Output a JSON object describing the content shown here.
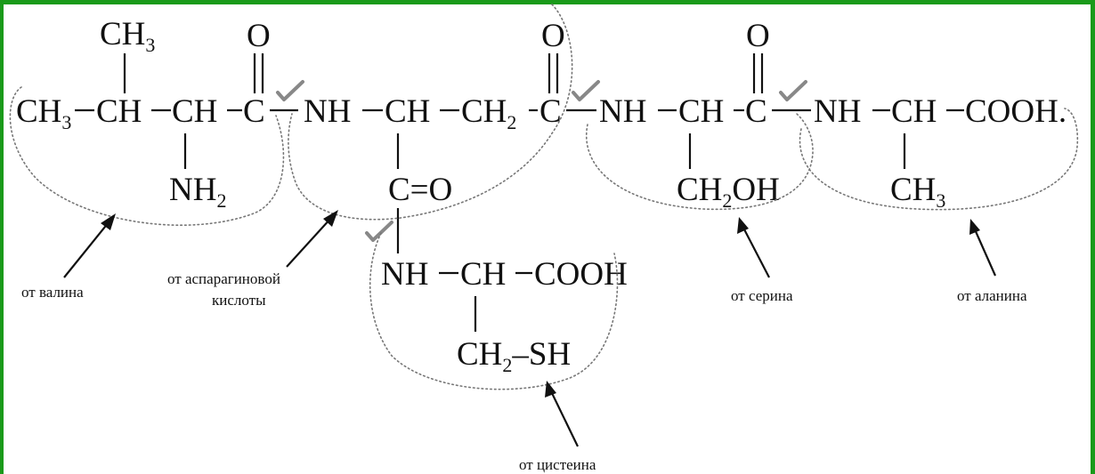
{
  "chain": {
    "ch3_top": "CH",
    "ch3_sub": "3",
    "o1": "O",
    "o2": "O",
    "o3": "O",
    "ch3_left": "CH",
    "ch3_left_sub": "3",
    "ch_a": "CH",
    "ch_b": "CH",
    "c1": "C",
    "nh1": "NH",
    "ch_c": "CH",
    "ch2_mid": "CH",
    "ch2_mid_sub": "2",
    "c2": "C",
    "nh2": "NH",
    "ch_d": "CH",
    "c3": "C",
    "nh3": "NH",
    "ch_e": "CH",
    "cooh_end": "COOH.",
    "nh2_group": "NH",
    "nh2_sub": "2",
    "c_eq_o": "C=O",
    "ch2oh_a": "CH",
    "ch2oh_sub": "2",
    "ch2oh_b": "OH",
    "ch3_ala": "CH",
    "ch3_ala_sub": "3",
    "cys_nh": "NH",
    "cys_ch": "CH",
    "cys_cooh": "COOH",
    "ch2sh_a": "CH",
    "ch2sh_sub": "2",
    "ch2sh_b": "SH"
  },
  "labels": {
    "valine": "от валина",
    "aspartic_1": "от аспарагиновой",
    "aspartic_2": "кислоты",
    "serine": "от серина",
    "alanine": "от аланина",
    "cysteine": "от цистеина"
  },
  "colors": {
    "frame": "#1a9a1a",
    "check": "#888888",
    "text": "#111111"
  }
}
